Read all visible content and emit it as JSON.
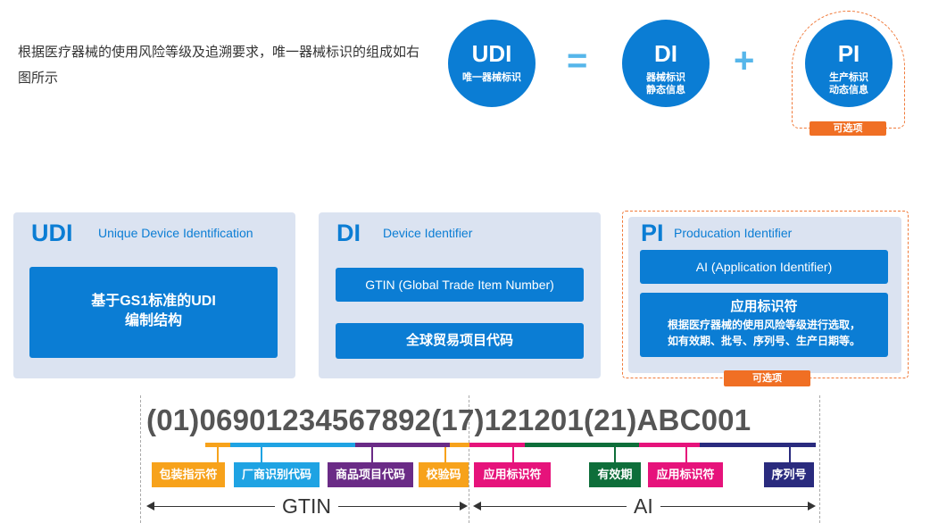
{
  "intro": "根据医疗器械的使用风险等级及追溯要求，唯一器械标识的组成如右图所示",
  "formula": {
    "udi": {
      "title": "UDI",
      "sub": "唯一器械标识"
    },
    "equals": "=",
    "di": {
      "title": "DI",
      "sub1": "器械标识",
      "sub2": "静态信息"
    },
    "plus": "+",
    "pi": {
      "title": "PI",
      "sub1": "生产标识",
      "sub2": "动态信息"
    },
    "optional": "可选项"
  },
  "panels": {
    "udi": {
      "abbr": "UDI",
      "full": "Unique Device Identification",
      "box_line1": "基于GS1标准的UDI",
      "box_line2": "编制结构"
    },
    "di": {
      "abbr": "DI",
      "full": "Device Identifier",
      "box1": "GTIN  (Global Trade Item Number)",
      "box2": "全球贸易项目代码"
    },
    "pi": {
      "abbr": "PI",
      "full": "Producation Identifier",
      "box1": "AI  (Application Identifier)",
      "box2_title": "应用标识符",
      "box2_line1": "根据医疗器械的使用风险等级进行选取，",
      "box2_line2": "如有效期、批号、序列号、生产日期等。",
      "optional": "可选项"
    }
  },
  "barcode": {
    "code": "(01)06901234567892(17)121201(21)ABC001",
    "labels": {
      "packaging": "包装指示符",
      "manufacturer": "厂商识别代码",
      "item": "商品项目代码",
      "check": "校验码",
      "ai1": "应用标识符",
      "expiry": "有效期",
      "ai2": "应用标识符",
      "serial": "序列号"
    },
    "gtin_label": "GTIN",
    "ai_label": "AI"
  },
  "colors": {
    "blue": "#0b7dd4",
    "panel_bg": "#dbe3f1",
    "orange": "#f06f24",
    "packaging": "#f7a21b",
    "manufacturer": "#1fa3e3",
    "item": "#6a2b86",
    "check": "#f7a21b",
    "ai": "#e6137b",
    "expiry": "#0e6e3a",
    "serial": "#2a2b7e"
  }
}
